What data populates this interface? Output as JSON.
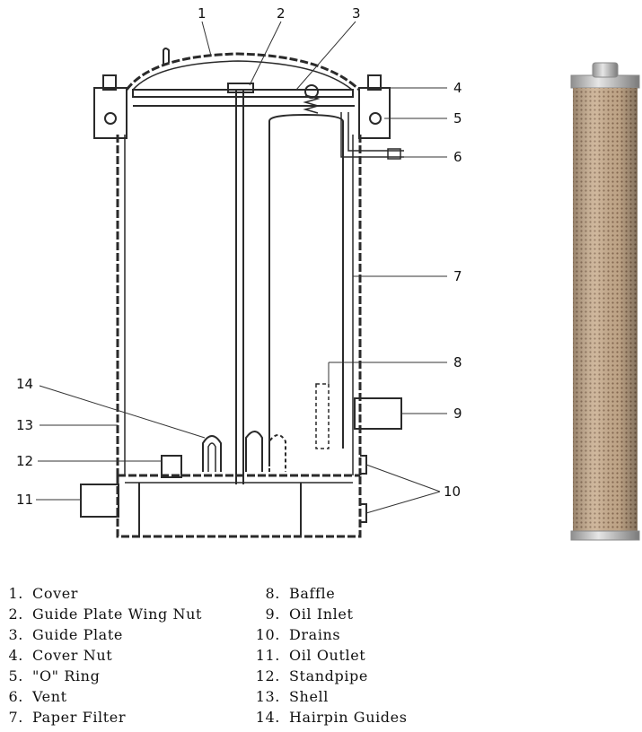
{
  "callouts": {
    "c1": "1",
    "c2": "2",
    "c3": "3",
    "c4": "4",
    "c5": "5",
    "c6": "6",
    "c7": "7",
    "c8": "8",
    "c9": "9",
    "c10": "10",
    "c11": "11",
    "c12": "12",
    "c13": "13",
    "c14": "14"
  },
  "legend": {
    "left": [
      {
        "num": "1.",
        "label": "Cover"
      },
      {
        "num": "2.",
        "label": "Guide Plate Wing Nut"
      },
      {
        "num": "3.",
        "label": "Guide Plate"
      },
      {
        "num": "4.",
        "label": "Cover Nut"
      },
      {
        "num": "5.",
        "label": "\"O\" Ring"
      },
      {
        "num": "6.",
        "label": "Vent"
      },
      {
        "num": "7.",
        "label": "Paper Filter"
      }
    ],
    "right": [
      {
        "num": "8.",
        "label": "Baffle"
      },
      {
        "num": "9.",
        "label": "Oil Inlet"
      },
      {
        "num": "10.",
        "label": "Drains"
      },
      {
        "num": "11.",
        "label": "Oil Outlet"
      },
      {
        "num": "12.",
        "label": "Standpipe"
      },
      {
        "num": "13.",
        "label": "Shell"
      },
      {
        "num": "14.",
        "label": "Hairpin Guides"
      }
    ]
  },
  "colors": {
    "line": "#2a2a2a",
    "cartridge": "#c9ad8e",
    "cartridge_dark": "#9c7f62",
    "cap": "#c8c8c8"
  }
}
